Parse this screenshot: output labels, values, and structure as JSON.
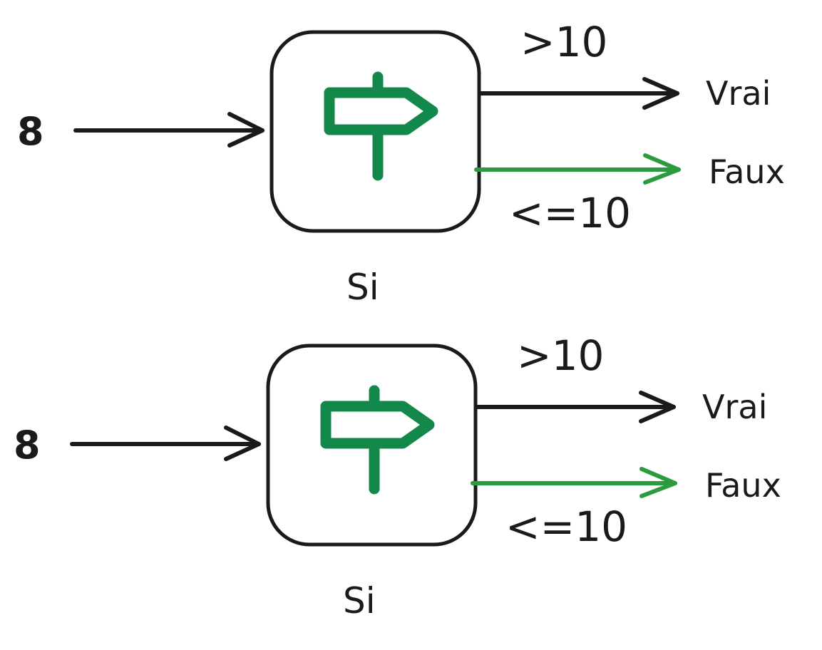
{
  "colors": {
    "stroke": "#1a1a1a",
    "accent": "#12894a",
    "false_branch": "#2c9a3e",
    "background": "#ffffff"
  },
  "diagrams": [
    {
      "input_value": "8",
      "node_label": "Si",
      "node_icon": "signpost-icon",
      "true_condition": ">10",
      "true_output": "Vrai",
      "false_condition": "<=10",
      "false_output": "Faux",
      "active_branch": "false"
    },
    {
      "input_value": "8",
      "node_label": "Si",
      "node_icon": "signpost-icon",
      "true_condition": ">10",
      "true_output": "Vrai",
      "false_condition": "<=10",
      "false_output": "Faux",
      "active_branch": "false"
    }
  ]
}
